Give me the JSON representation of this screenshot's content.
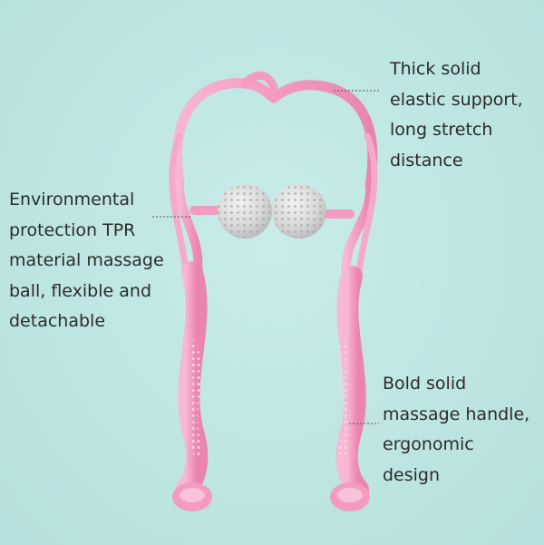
{
  "callouts": {
    "support": {
      "lines": [
        "Thick solid",
        "elastic support,",
        "long stretch",
        "distance"
      ]
    },
    "ball": {
      "lines": [
        "Environmental",
        "protection TPR",
        "material massage",
        "ball, flexible and",
        "detachable"
      ]
    },
    "handle": {
      "lines": [
        "Bold solid",
        "massage handle,",
        "ergonomic",
        "design"
      ]
    }
  },
  "colors": {
    "background": "#bfe7e4",
    "frame_pink": "#f39bc0",
    "frame_pink_light": "#f8c3da",
    "frame_pink_dark": "#e77daa",
    "ball_gray": "#d7d7d7",
    "text": "#2b2b2b"
  }
}
